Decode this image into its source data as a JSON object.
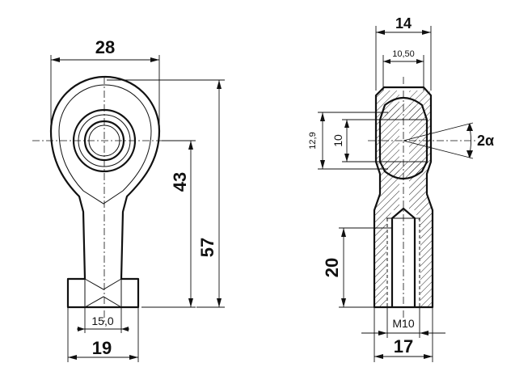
{
  "dimensions": {
    "eye_width": "28",
    "eye_center_to_end": "43",
    "overall_length": "57",
    "hex_flat": "15,0",
    "body_width": "19",
    "side_width": "14",
    "ball_width": "10,50",
    "bore_outer": "12,9",
    "bore": "10",
    "tilt_angle": "2α",
    "thread_depth": "20",
    "thread": "M10",
    "side_body_width": "17"
  }
}
